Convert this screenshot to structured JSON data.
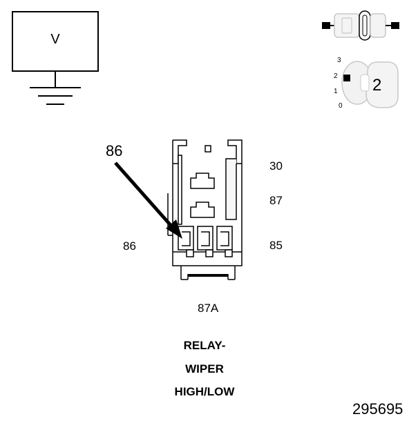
{
  "meter": {
    "label": "V"
  },
  "key": {
    "positions": [
      "3",
      "2",
      "1",
      "0"
    ],
    "selected": "2"
  },
  "relay": {
    "callout_label": "86",
    "pins": {
      "p30": "30",
      "p87": "87",
      "p86": "86",
      "p85": "85",
      "p87a": "87A"
    },
    "title_lines": [
      "RELAY-",
      "WIPER",
      "HIGH/LOW"
    ]
  },
  "figure_number": "295695",
  "colors": {
    "ink": "#000000",
    "background": "#ffffff",
    "connector_fill": "#f2f2f2"
  }
}
